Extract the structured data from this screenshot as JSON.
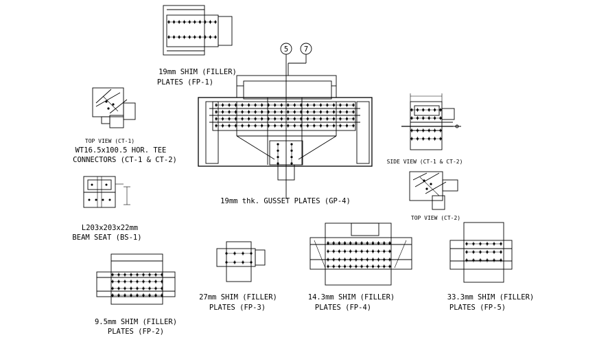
{
  "labels": {
    "fp1_line1": "19mm SHIM (FILLER)",
    "fp1_line2": "PLATES (FP-1)",
    "ct1_top_view": "TOP VIEW (CT-1)",
    "tee_line1": "WT16.5x100.5 HOR. TEE",
    "tee_line2": "CONNECTORS (CT-1 & CT-2)",
    "gp4": "19mm thk. GUSSET PLATES (GP-4)",
    "side_view": "SIDE VIEW (CT-1 & CT-2)",
    "ct2_top_view": "TOP VIEW (CT-2)",
    "bs1_line1": "L203x203x22mm",
    "bs1_line2": "BEAM SEAT (BS-1)",
    "fp3_line1": "27mm SHIM (FILLER)",
    "fp3_line2": "PLATES (FP-3)",
    "fp4_line1": "14.3mm SHIM (FILLER)",
    "fp4_line2": "PLATES (FP-4)",
    "fp5_line1": "33.3mm SHIM (FILLER)",
    "fp5_line2": "PLATES (FP-5)",
    "fp2_line1": "9.5mm SHIM (FILLER)",
    "fp2_line2": "PLATES (FP-2)"
  },
  "callouts": {
    "left": "5",
    "right": "7"
  },
  "line_color": "#000000",
  "background": "#ffffff"
}
